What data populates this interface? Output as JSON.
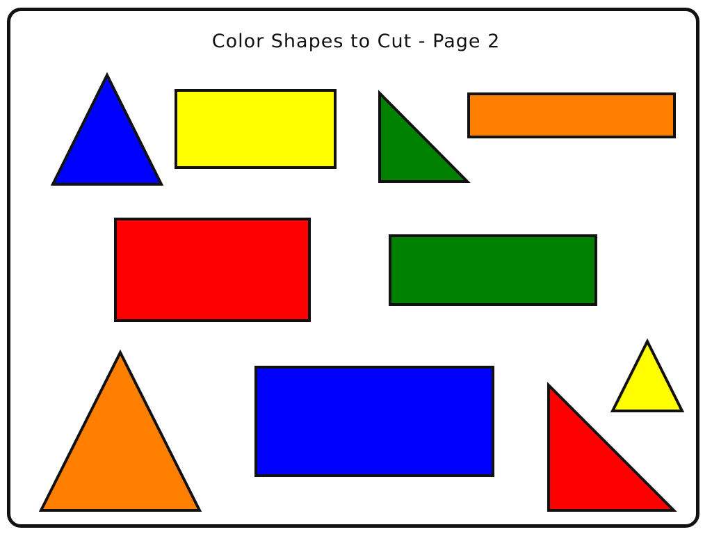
{
  "worksheet": {
    "title": "Color Shapes to Cut - Page 2",
    "border_color": "#111111"
  },
  "shapes": [
    {
      "kind": "equilateral-triangle",
      "color": "blue",
      "fill": "#0000FF"
    },
    {
      "kind": "rectangle",
      "color": "yellow",
      "fill": "#FFFF00"
    },
    {
      "kind": "right-triangle",
      "color": "green",
      "fill": "#008000"
    },
    {
      "kind": "rectangle",
      "color": "orange",
      "fill": "#FF8000"
    },
    {
      "kind": "rectangle",
      "color": "red",
      "fill": "#FF0000"
    },
    {
      "kind": "rectangle",
      "color": "green",
      "fill": "#008000"
    },
    {
      "kind": "triangle",
      "color": "orange",
      "fill": "#FF8000"
    },
    {
      "kind": "rectangle",
      "color": "blue",
      "fill": "#0000FF"
    },
    {
      "kind": "triangle",
      "color": "yellow",
      "fill": "#FFFF00"
    },
    {
      "kind": "right-triangle",
      "color": "red",
      "fill": "#FF0000"
    }
  ]
}
